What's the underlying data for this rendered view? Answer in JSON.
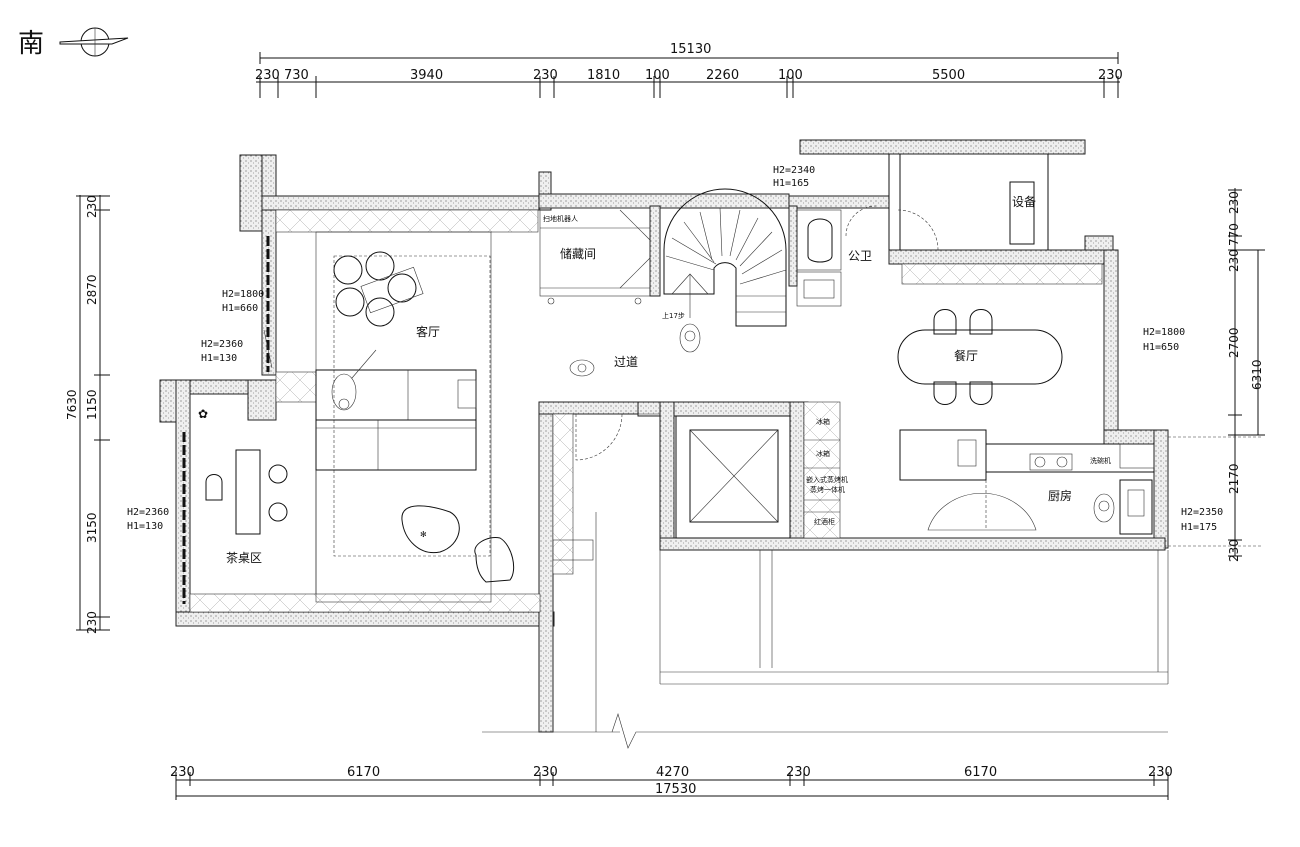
{
  "compass": {
    "label": "南",
    "icon": "north-arrow-icon"
  },
  "top_dims": {
    "total": "15130",
    "segments": [
      "230",
      "730",
      "3940",
      "230",
      "1810",
      "100",
      "2260",
      "100",
      "5500",
      "230"
    ]
  },
  "bottom_dims": {
    "total": "17530",
    "segments": [
      "230",
      "6170",
      "230",
      "4270",
      "230",
      "6170",
      "230"
    ]
  },
  "left_dims": {
    "total": "7630",
    "segments": [
      "230",
      "2870",
      "1150",
      "3150",
      "230"
    ]
  },
  "right_dims": {
    "total": "6310",
    "segments": [
      "230",
      "770",
      "230",
      "2700",
      "2170",
      "230"
    ]
  },
  "rooms": {
    "living": "客厅",
    "tea": "茶桌区",
    "corridor": "过道",
    "storage": "储藏间",
    "bath": "公卫",
    "dining": "餐厅",
    "kitchen": "厨房",
    "equipment": "设备"
  },
  "appliances": {
    "fridge1": "冰箱",
    "fridge2": "冰箱",
    "builtin": "嵌入式蒸烤机",
    "oven_combo": "蒸烤一体机",
    "wine": "红酒柜",
    "dishwasher": "洗碗机",
    "robot": "扫地机器人"
  },
  "stair_note": "上17步",
  "window_notes": {
    "living_h2": "H2=1800",
    "living_h1": "H1=660",
    "living2_h2": "H2=2360",
    "living2_h1": "H1=130",
    "tea_h2": "H2=2360",
    "tea_h1": "H1=130",
    "top_h2": "H2=2340",
    "top_h1": "H1=165",
    "dining_h2": "H2=1800",
    "dining_h1": "H1=650",
    "kitchen_h2": "H2=2350",
    "kitchen_h1": "H1=175"
  }
}
